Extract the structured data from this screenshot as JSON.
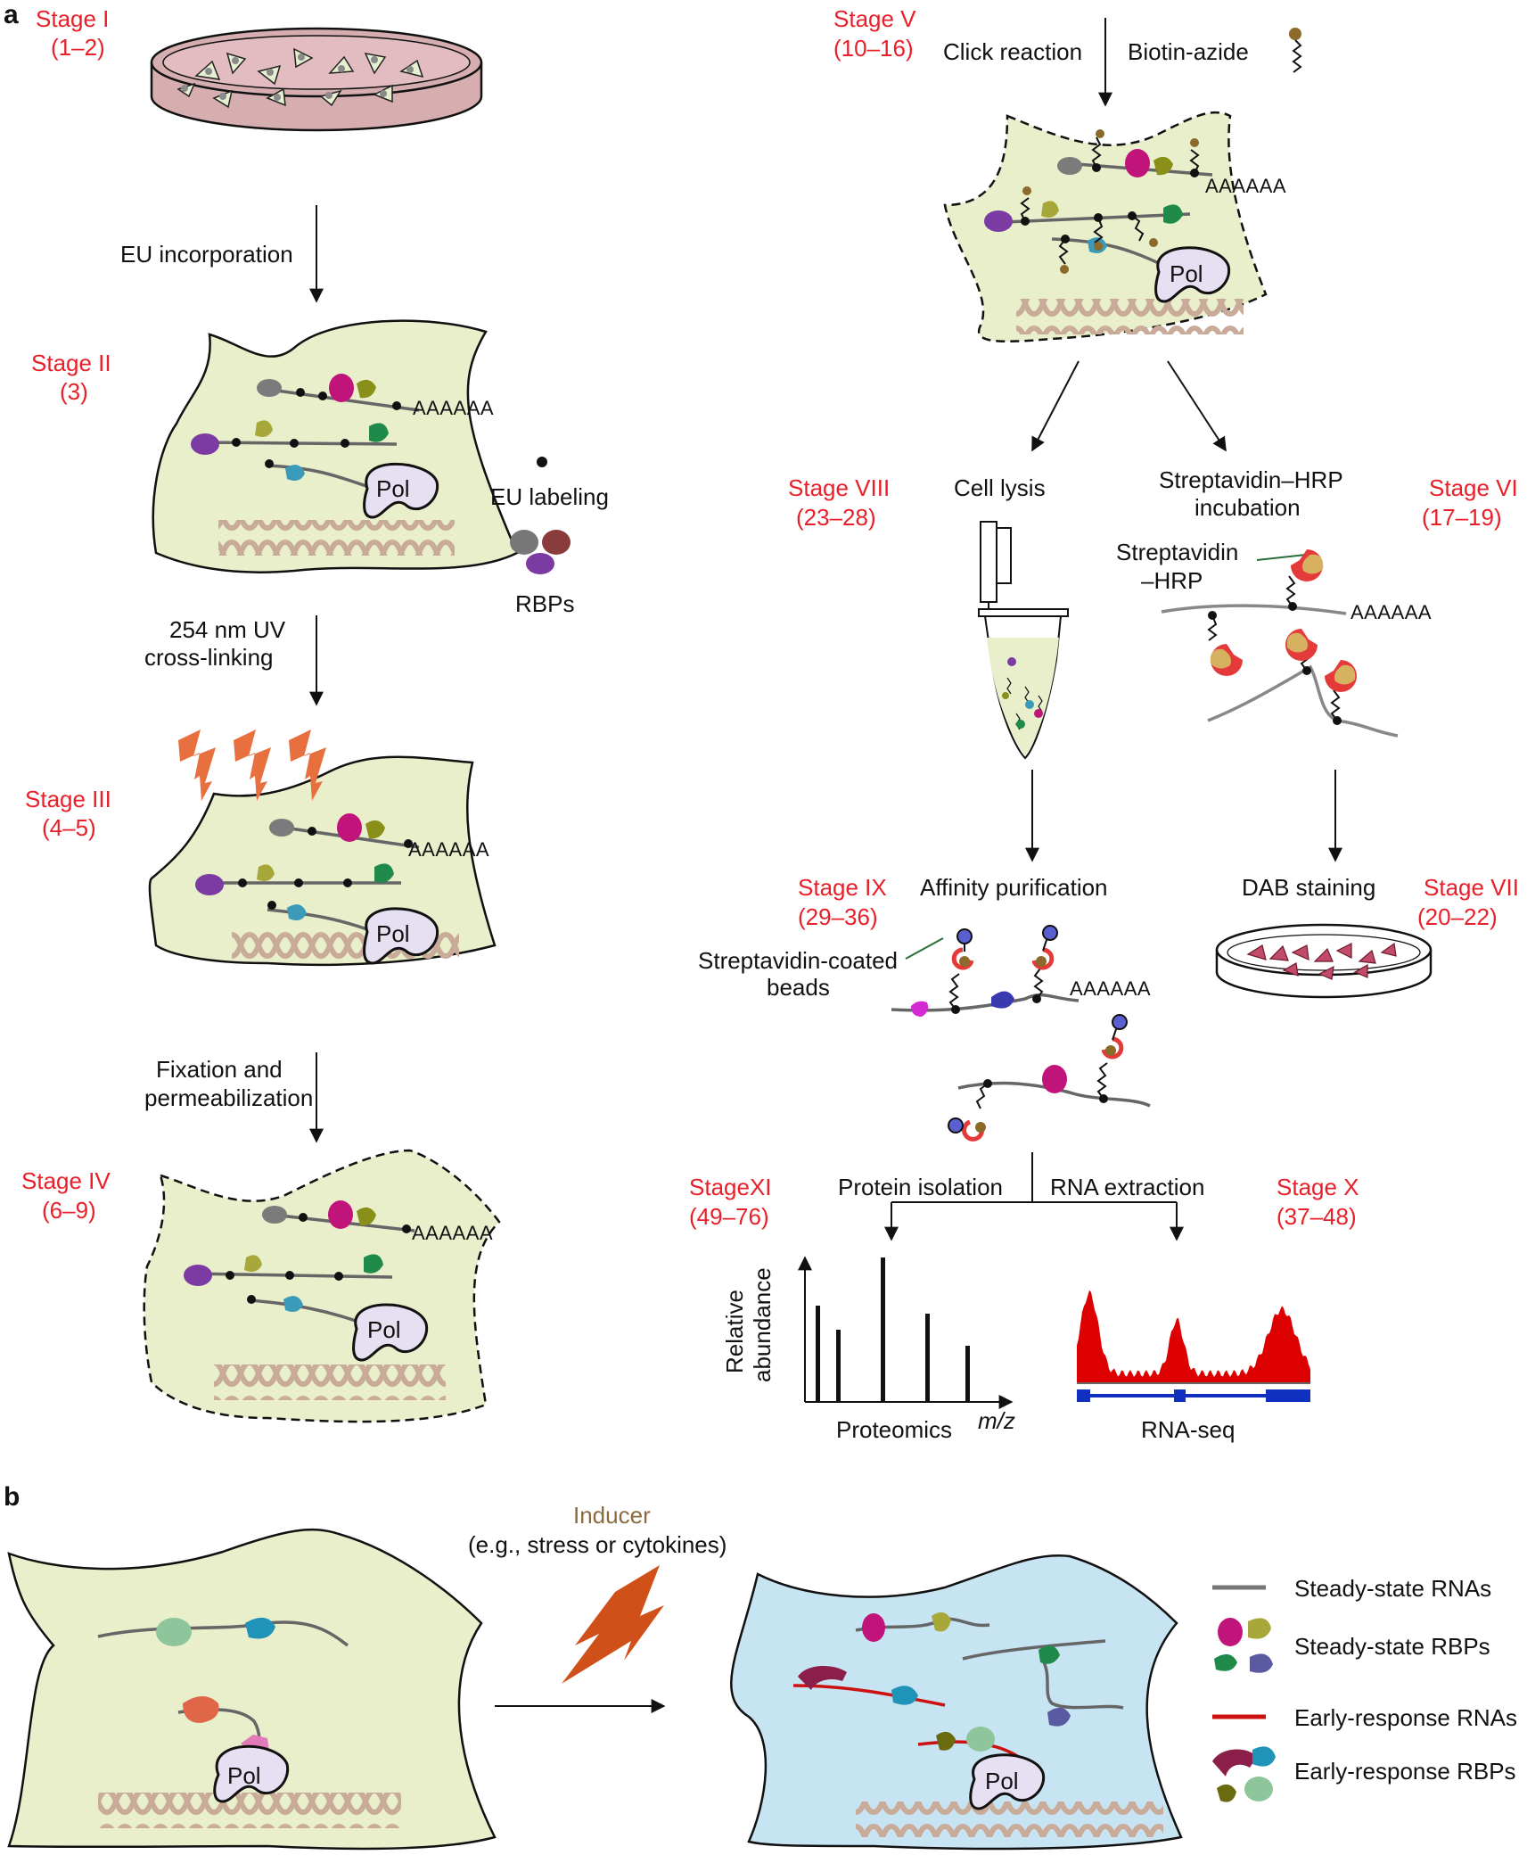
{
  "panel_labels": {
    "a": "a",
    "b": "b"
  },
  "colors": {
    "stage_red": "#e8202a",
    "inducer_brown": "#8b6a3e",
    "cell_green": "#e9efcb",
    "cell_blue": "#c7e4f3",
    "dish_pink": "#d7aeb0",
    "rna_grey": "#666666",
    "rna_red": "#cc1111",
    "lightning": "#e8703f",
    "pol_fill": "#e7e0f2",
    "peak_red": "#dd0000",
    "gene_blue": "#1030c0"
  },
  "stages": {
    "s1": {
      "name": "Stage I",
      "steps": "(1–2)"
    },
    "s2": {
      "name": "Stage II",
      "steps": "(3)"
    },
    "s3": {
      "name": "Stage III",
      "steps": "(4–5)"
    },
    "s4": {
      "name": "Stage IV",
      "steps": "(6–9)"
    },
    "s5": {
      "name": "Stage V",
      "steps": "(10–16)"
    },
    "s6": {
      "name": "Stage VI",
      "steps": "(17–19)"
    },
    "s7": {
      "name": "Stage VII",
      "steps": "(20–22)"
    },
    "s8": {
      "name": "Stage VIII",
      "steps": "(23–28)"
    },
    "s9": {
      "name": "Stage IX",
      "steps": "(29–36)"
    },
    "s10": {
      "name": "Stage X",
      "steps": "(37–48)"
    },
    "s11": {
      "name": "StageXI",
      "steps": "(49–76)"
    }
  },
  "steps": {
    "eu_incorporation": "EU incorporation",
    "uv_line1": "254 nm UV",
    "uv_line2": "cross-linking",
    "fix_line1": "Fixation and",
    "fix_line2": "permeabilization",
    "click_reaction": "Click reaction",
    "biotin_azide": "Biotin-azide",
    "cell_lysis": "Cell lysis",
    "strep_hrp_line1": "Streptavidin–HRP",
    "strep_hrp_line2": "incubation",
    "affinity_purification": "Affinity purification",
    "dab_staining": "DAB staining",
    "protein_isolation": "Protein isolation",
    "rna_extraction": "RNA extraction"
  },
  "annotations": {
    "eu_labeling": "EU labeling",
    "rbps": "RBPs",
    "polya": "AAAAAA",
    "pol": "Pol",
    "strep_hrp_a": "Streptavidin",
    "strep_hrp_b": "–HRP",
    "beads_a": "Streptavidin-coated",
    "beads_b": "beads"
  },
  "plots": {
    "proteomics_label": "Proteomics",
    "ylabel_line1": "Relative",
    "ylabel_line2": "abundance",
    "xlabel": "m/z",
    "rnaseq_label": "RNA-seq"
  },
  "panel_b": {
    "inducer": "Inducer",
    "inducer_example": "(e.g., stress or cytokines)",
    "legend": [
      {
        "label": "Steady-state RNAs"
      },
      {
        "label": "Steady-state RBPs"
      },
      {
        "label": "Early-response RNAs"
      },
      {
        "label": "Early-response RBPs"
      }
    ]
  },
  "chart_data": [
    {
      "type": "bar",
      "title": "Proteomics",
      "xlabel": "m/z",
      "ylabel": "Relative abundance",
      "values": [
        0.6,
        0.45,
        0.9,
        0.55,
        0.35
      ]
    },
    {
      "type": "area",
      "title": "RNA-seq",
      "peaks": [
        0.75,
        0.5,
        0.6
      ]
    }
  ]
}
